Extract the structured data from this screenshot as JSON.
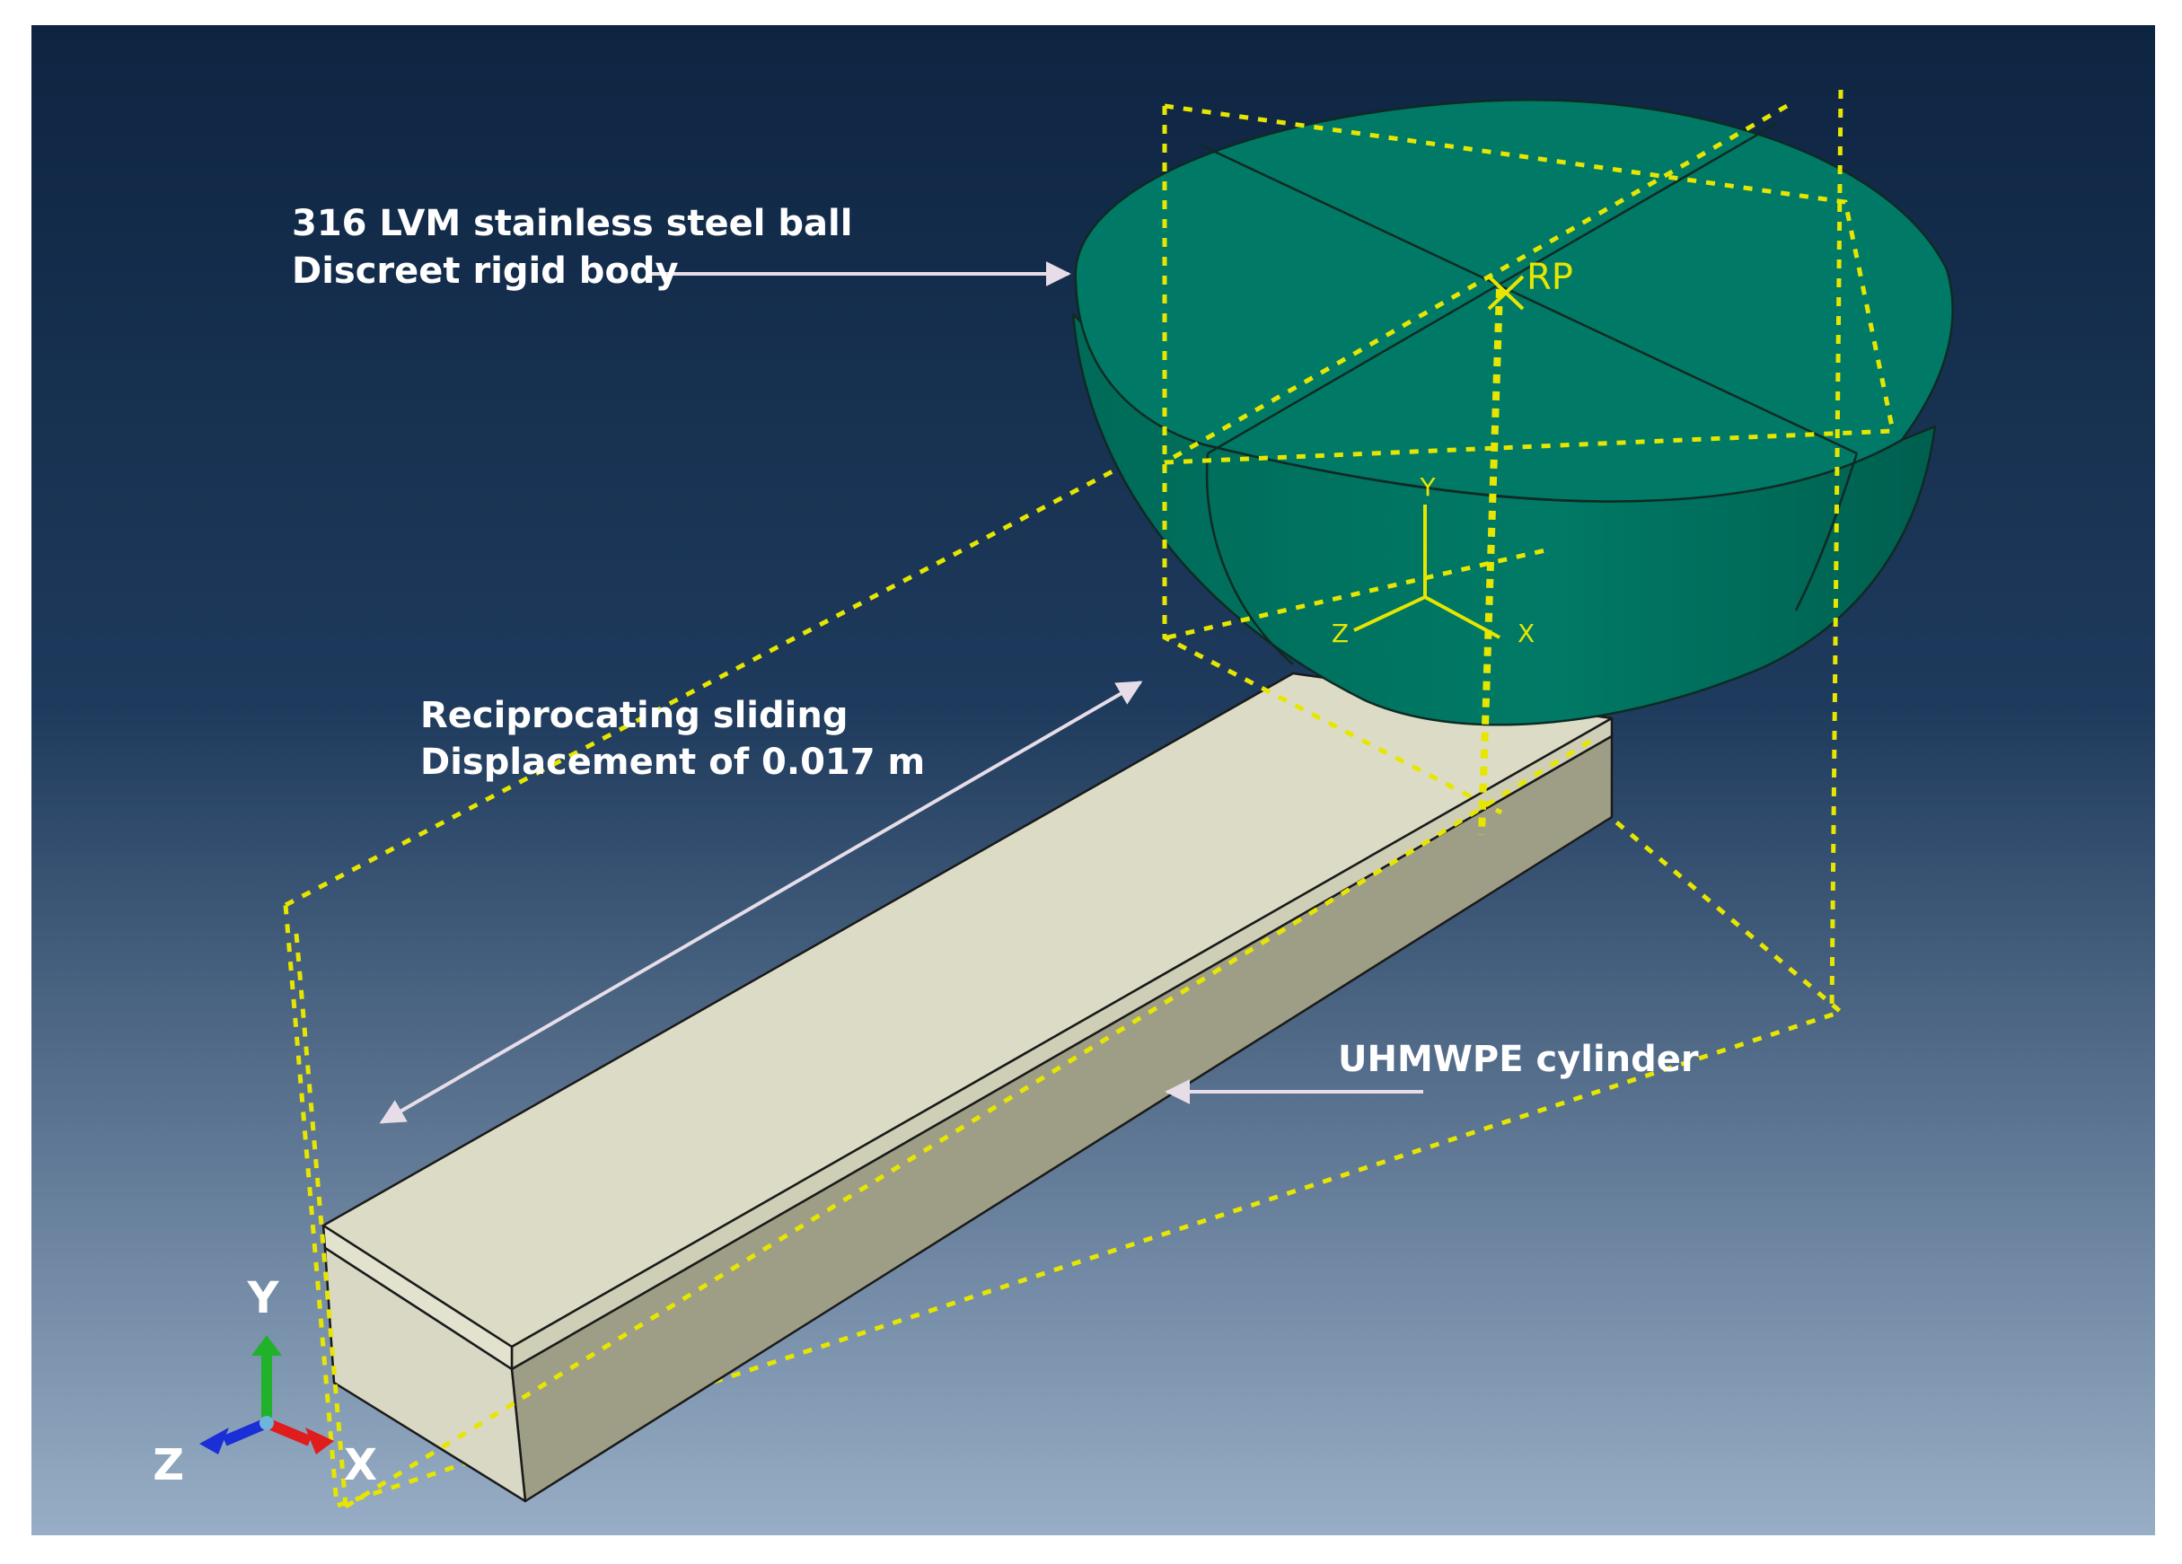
{
  "annotations": {
    "ball_line1": "316 LVM stainless steel ball",
    "ball_line2": "Discreet rigid body",
    "sliding_line1": "Reciprocating sliding",
    "sliding_line2": "Displacement of 0.017 m",
    "cylinder": "UHMWPE cylinder"
  },
  "reference_point": {
    "label": "RP",
    "local_axes": {
      "y": "Y",
      "x": "X",
      "z": "Z"
    }
  },
  "global_triad": {
    "y": "Y",
    "x": "X",
    "z": "Z"
  },
  "colors": {
    "background_top": "#0e2542",
    "background_bottom": "#98aec6",
    "ball": "#007a66",
    "block_top": "#dcdcc6",
    "block_side": "#9e9e86",
    "guide": "#e6e600",
    "label": "#ffffff",
    "axis_y": "#1fb22a",
    "axis_x": "#e01d1d",
    "axis_z": "#1b2fd6"
  }
}
